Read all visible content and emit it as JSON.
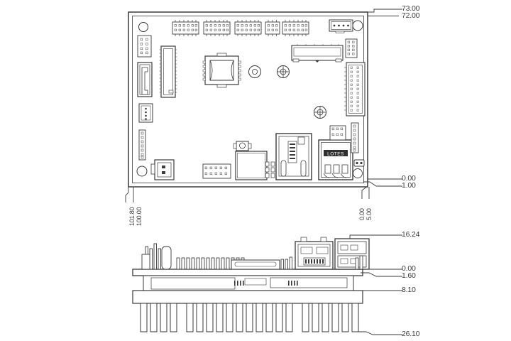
{
  "drawing": {
    "type": "mechanical-engineering-drawing",
    "subject": "single-board-computer",
    "views": [
      {
        "name": "top-view",
        "label": ""
      },
      {
        "name": "side-view",
        "label": ""
      }
    ]
  },
  "dimensions": {
    "top_view": {
      "right_top": [
        {
          "name": "dim-73-00",
          "value": "73.00"
        },
        {
          "name": "dim-72-00",
          "value": "72.00"
        }
      ],
      "right_bottom": [
        {
          "name": "dim-0-00-top",
          "value": "0.00"
        },
        {
          "name": "dim-1-00",
          "value": "1.00"
        }
      ],
      "bottom_left": [
        {
          "name": "dim-101-80",
          "value": "101.80"
        },
        {
          "name": "dim-100-00",
          "value": "100.00"
        }
      ],
      "bottom_right": [
        {
          "name": "dim-0-00-bottom",
          "value": "0.00"
        },
        {
          "name": "dim-5-00",
          "value": "5.00"
        }
      ]
    },
    "side_view": {
      "right": [
        {
          "name": "dim-16-24",
          "value": "16.24"
        },
        {
          "name": "dim-0-00-side",
          "value": "0.00"
        },
        {
          "name": "dim-1-60",
          "value": "1.60"
        },
        {
          "name": "dim-8-10",
          "value": "8.10"
        },
        {
          "name": "dim-26-10",
          "value": "26.10"
        }
      ]
    }
  },
  "components": {
    "usb_connector_marking": "LOTES",
    "board_outline": "pcb-outline",
    "heatsink": "finned-heatsink"
  },
  "colors": {
    "line": "#3a3a3a",
    "line_light": "#8a8a8a",
    "fill": "#ffffff",
    "page": "#ffffff",
    "text": "#3a3a3a"
  }
}
